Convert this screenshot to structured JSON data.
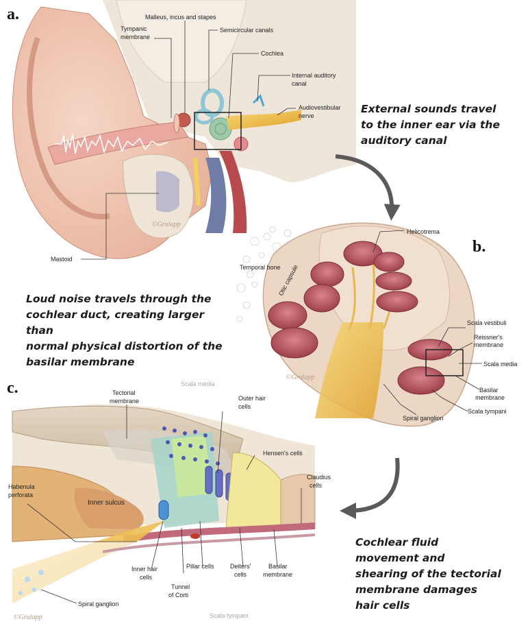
{
  "panels": {
    "a": {
      "letter": "a.",
      "labels": {
        "malleus": "Malleus, incus and stapes",
        "tympanic_1": "Tympanic",
        "tympanic_2": "membrane",
        "semicircular": "Semicircular canals",
        "cochlea": "Cochlea",
        "internal_1": "Internal auditory",
        "internal_2": "canal",
        "audio_1": "Audiovestibular",
        "audio_2": "nerve",
        "mastoid": "Mastoid"
      },
      "signature": "©Gralapp"
    },
    "b": {
      "letter": "b.",
      "labels": {
        "helicotrema": "Helicotrema",
        "temporal_bone": "Temporal bone",
        "otic_capsule": "Otic capsule",
        "scala_vestibuli": "Scala vestibuli",
        "reissners_1": "Reissner's",
        "reissners_2": "membrane",
        "scala_media": "Scala media",
        "basilar_1": "Basilar",
        "basilar_2": "membrane",
        "scala_tympani": "Scala tympani",
        "spiral_ganglion": "Spiral ganglion"
      },
      "signature": "©Gralapp"
    },
    "c": {
      "letter": "c.",
      "labels": {
        "scala_media_top": "Scala media",
        "tectorial_1": "Tectorial",
        "tectorial_2": "membrane",
        "outer_hair_1": "Outer hair",
        "outer_hair_2": "cells",
        "hensens": "Hensen's cells",
        "claudius_1": "Claudius",
        "claudius_2": "cells",
        "habenula_1": "Habenula",
        "habenula_2": "perforata",
        "inner_sulcus": "Inner sulcus",
        "inner_hair_1": "Inner hair",
        "inner_hair_2": "cells",
        "pillar": "Pillar cells",
        "deiters_1": "Deiters'",
        "deiters_2": "cells",
        "basilar_1": "Basilar",
        "basilar_2": "membrane",
        "tunnel_1": "Tunnel",
        "tunnel_2": "of Corti",
        "spiral_ganglion": "Spiral ganglion",
        "scala_tympani_bottom": "Scala tympani"
      },
      "signature": "©Gralapp"
    }
  },
  "notes": {
    "external": [
      "External sounds travel",
      "to the inner ear via the",
      "auditory canal"
    ],
    "loud": [
      "Loud noise travels through the",
      "cochlear duct, creating larger than",
      "normal physical distortion of the",
      "basilar membrane"
    ],
    "fluid": [
      "Cochlear fluid",
      "movement and",
      "shearing of the tectorial",
      "membrane damages",
      "hair cells"
    ]
  },
  "colors": {
    "skin": "#f2c9b5",
    "bone": "#efe5d6",
    "cochlea_chamber": "#b55a62",
    "nerve": "#f0c24a",
    "arrow": "#5a5a5a"
  }
}
